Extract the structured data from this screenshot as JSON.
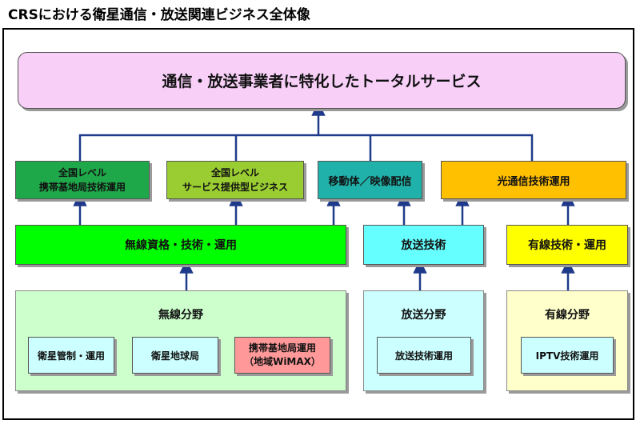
{
  "title": "CRSにおける衛星通信・放送関連ビジネス全体像",
  "top_service": "通信・放送事業者に特化したトータルサービス",
  "business": {
    "mobile_base": [
      "全国レベル",
      "携帯基地局技術運用"
    ],
    "service_provision": [
      "全国レベル",
      "サービス提供型ビジネス"
    ],
    "mobile_video": "移動体／映像配信",
    "optical": "光通信技術運用"
  },
  "tech": {
    "wireless": "無線資格・技術・運用",
    "broadcast": "放送技術",
    "wired": "有線技術・運用"
  },
  "fields": {
    "wireless": {
      "name": "無線分野",
      "items": [
        "衛星管制・運用",
        "衛星地球局",
        "携帯基地局運用",
        "（地域WiMAX）"
      ]
    },
    "broadcast": {
      "name": "放送分野",
      "items": [
        "放送技術運用"
      ]
    },
    "wired": {
      "name": "有線分野",
      "items": [
        "IPTV技術運用"
      ]
    }
  },
  "colors": {
    "top": "#f7cff7",
    "green_dark": "#1fa84a",
    "green_light": "#9acd32",
    "teal": "#20b2aa",
    "gold": "#ffc000",
    "lime": "#00ff00",
    "cyan": "#66ffff",
    "yellow": "#ffff00",
    "field_green": "#ccffcc",
    "field_cyan": "#ccffff",
    "field_yellow": "#ffffcc",
    "item_cyan": "#ccffff",
    "item_red": "#ff9999",
    "arrow": "#1f3a8a"
  }
}
